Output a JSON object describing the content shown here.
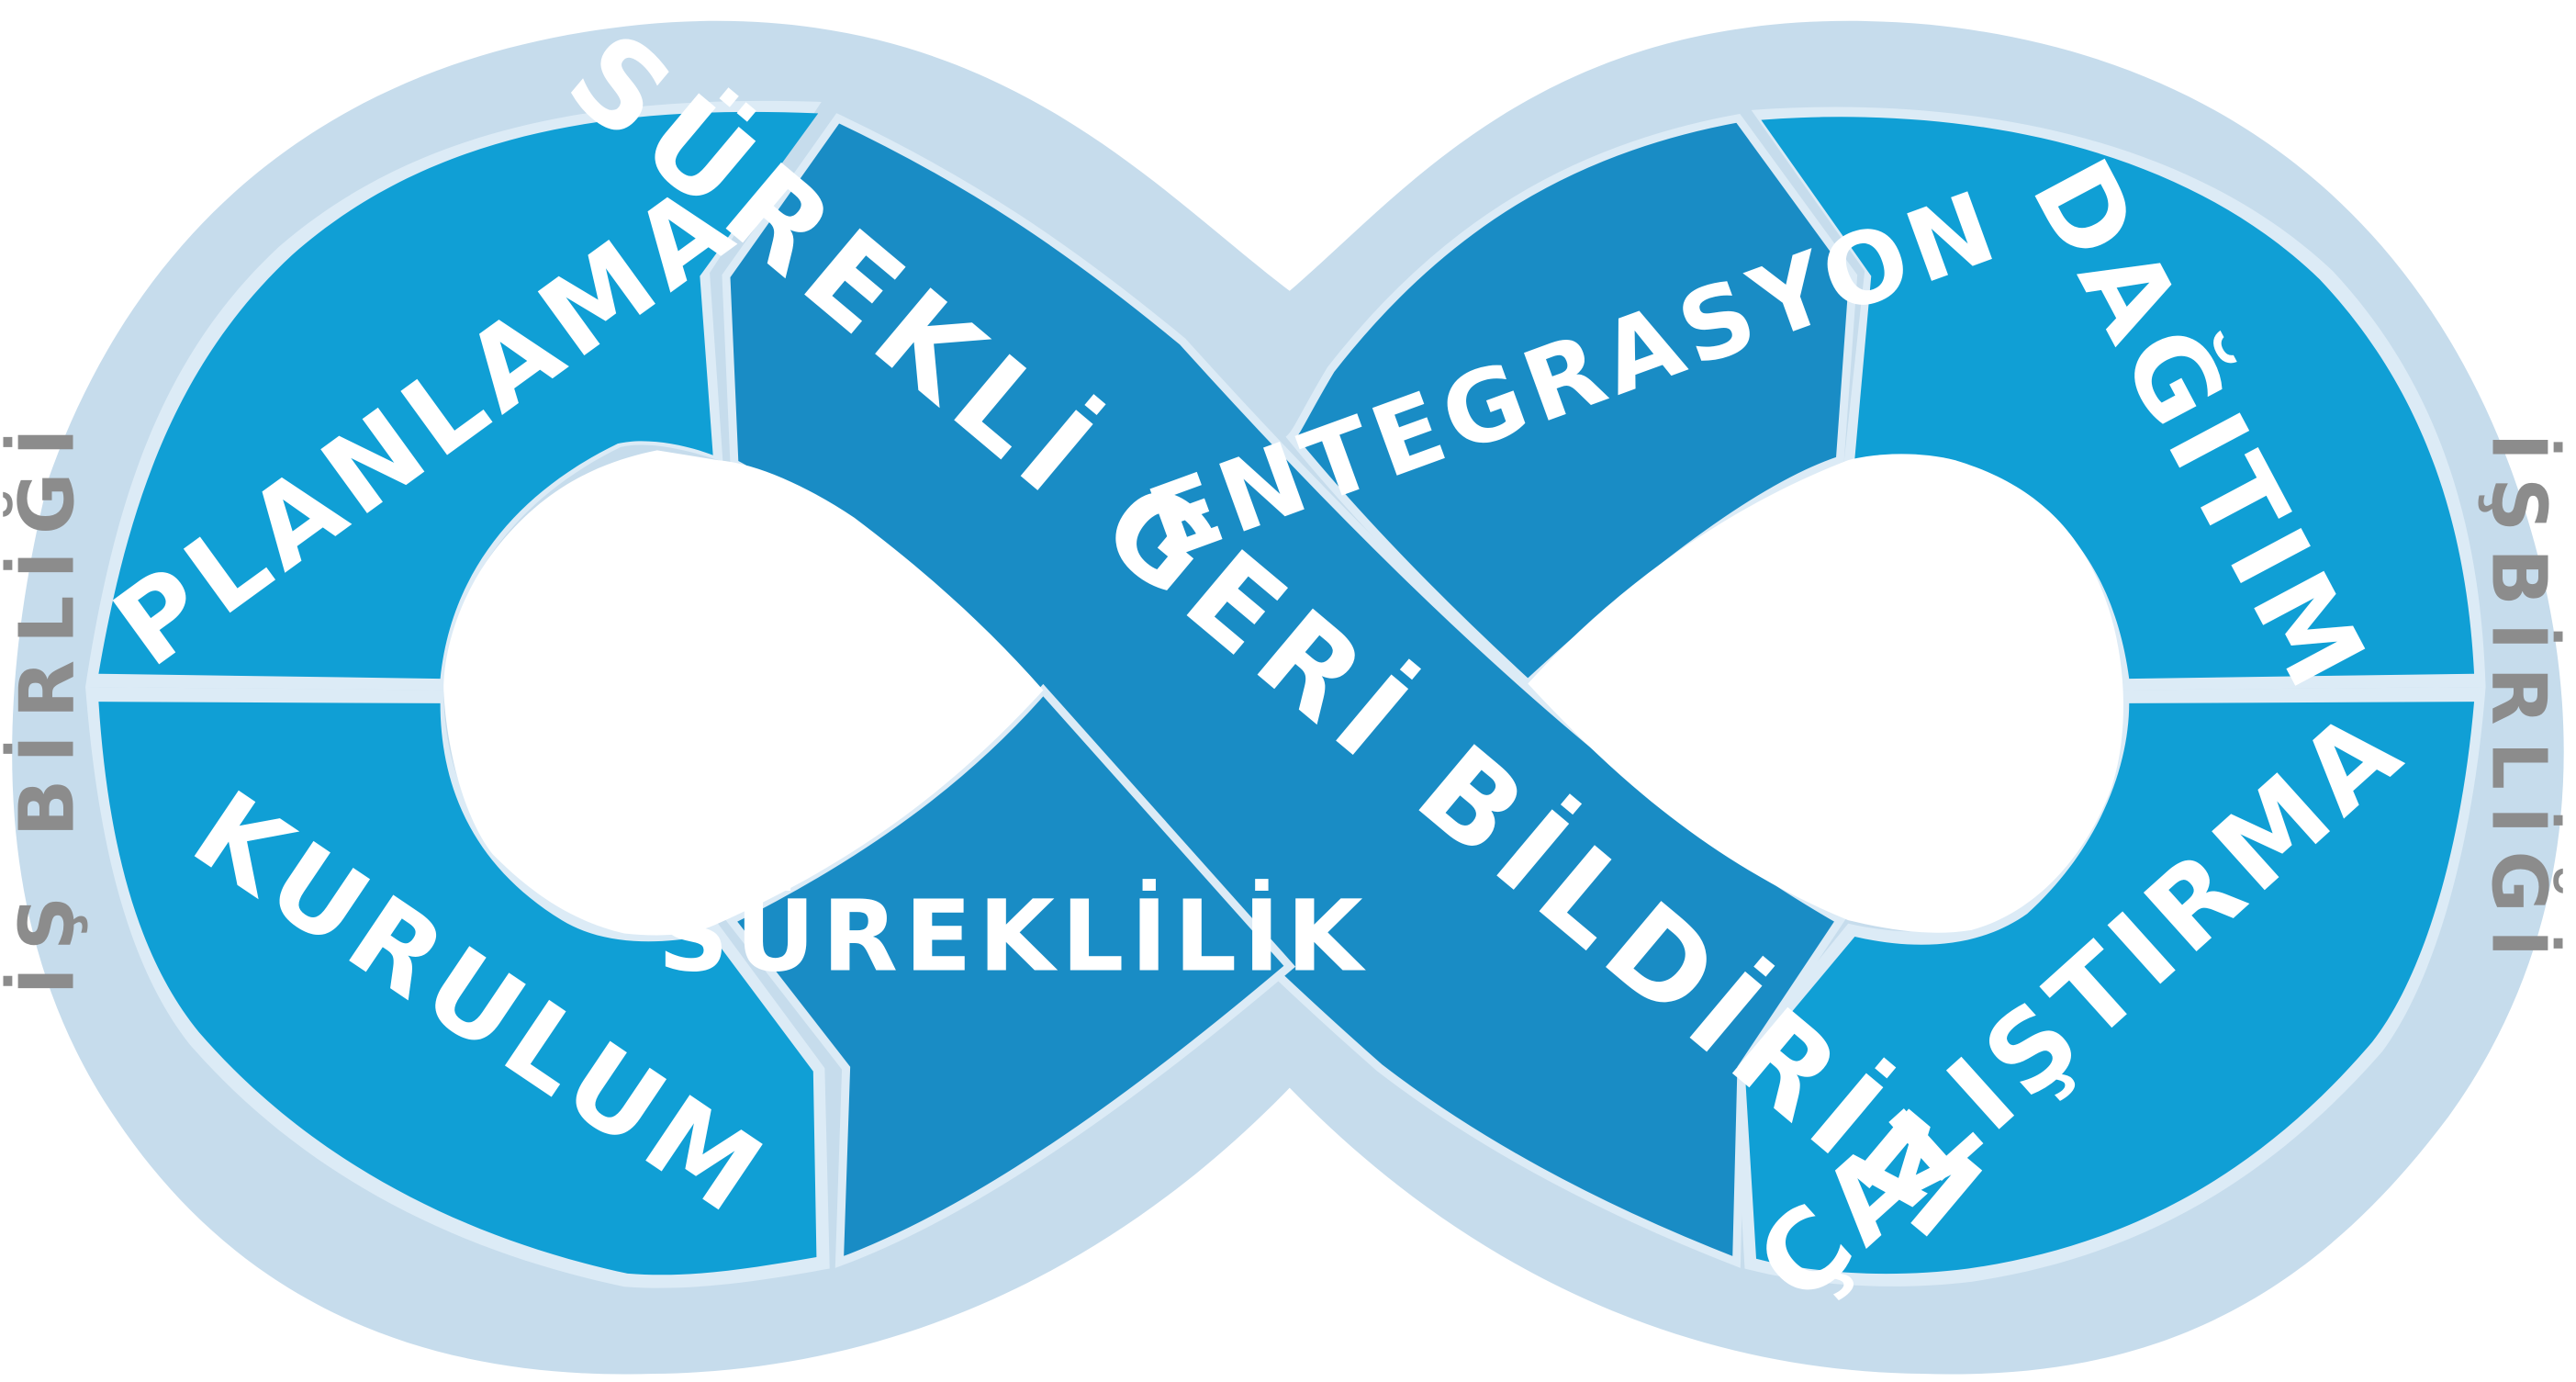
{
  "colors": {
    "outer_band": "#c6dcec",
    "segment": "#109fd5",
    "middle": "#198cc5",
    "divider": "#dcebf6",
    "label": "#ffffff",
    "side_label": "#8c8c8c"
  },
  "labels": {
    "planlama": "PLANLAMA",
    "kurulum": "KURULUM",
    "dagitim": "DAĞITIM",
    "calistirma": "ÇALIŞTIRMA",
    "entegrasyon": "ENTEGRASYON",
    "sureklilik": "SÜREKLİLİK",
    "surekli_geri_bildirim": "SÜREKLİ GERİ BİLDİRİM",
    "is_birligi_left": "İŞ BİRLİĞİ",
    "is_birligi_right": "İŞBİRLİĞİ"
  }
}
